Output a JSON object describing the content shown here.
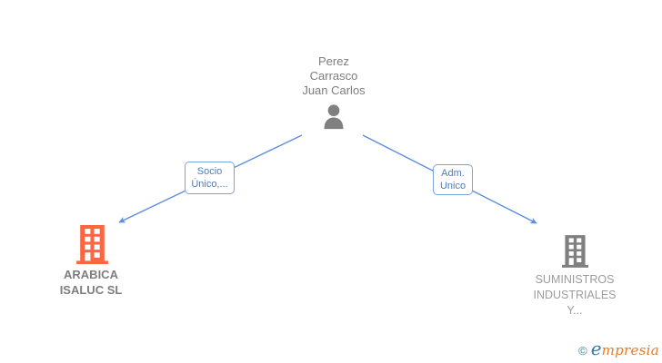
{
  "person": {
    "name": "Perez Carrasco Juan Carlos",
    "name_lines": [
      "Perez",
      "Carrasco",
      "Juan Carlos"
    ]
  },
  "relationships": [
    {
      "id": "socio-unico",
      "label": "Socio Único,...",
      "lines": [
        "Socio",
        "Único,..."
      ]
    },
    {
      "id": "adm-unico",
      "label": "Adm. Unico",
      "lines": [
        "Adm.",
        "Unico"
      ]
    }
  ],
  "companies": [
    {
      "name": "ARABICA ISALUC SL",
      "lines": [
        "ARABICA",
        "ISALUC SL"
      ],
      "highlighted": true
    },
    {
      "name": "SUMINISTROS INDUSTRIALES Y...",
      "lines": [
        "SUMINISTROS",
        "INDUSTRIALES",
        "Y..."
      ],
      "highlighted": false
    }
  ],
  "watermark": {
    "copyright": "©",
    "brand_initial": "e",
    "brand_rest": "mpresia"
  },
  "colors": {
    "edge-blue": "#5b8cdd",
    "box-border-blue": "#7aa4e0",
    "box-text-blue": "#4a7cc9",
    "company-highlight-orange": "#fa6742",
    "icon-gray": "#808080",
    "text-gray": "#7d7d7d",
    "text-light-gray": "#9c9c9c",
    "logo-teal": "#47808f",
    "logo-blue": "#3579a8",
    "logo-orange": "#e87a20"
  }
}
